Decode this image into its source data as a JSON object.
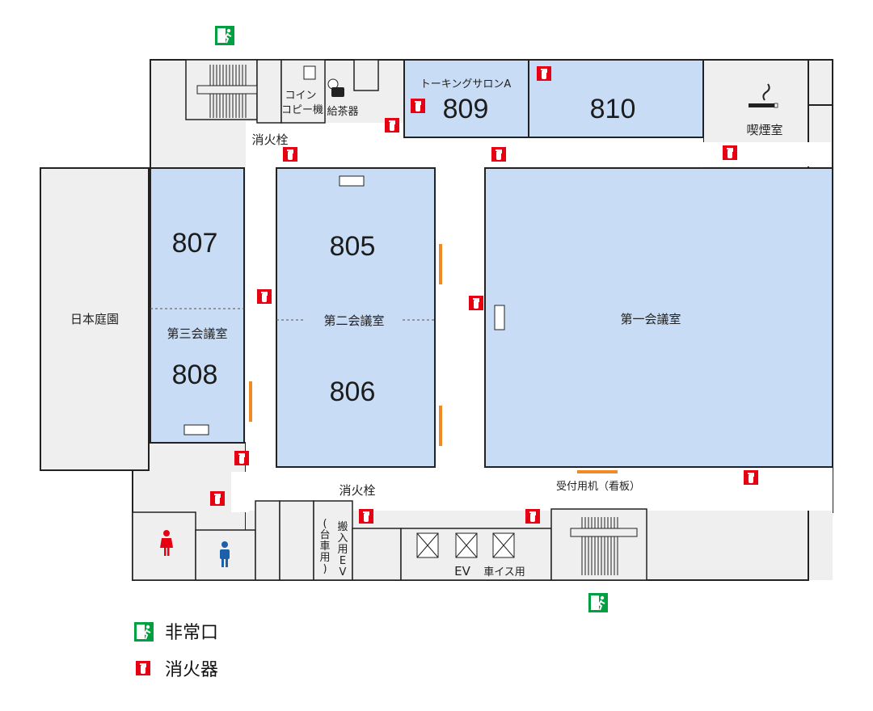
{
  "rooms": {
    "r807": "807",
    "r808": "808",
    "r805": "805",
    "r806": "806",
    "r809": "809",
    "r810": "810",
    "conf1": "第一会議室",
    "conf2": "第二会議室",
    "conf3": "第三会議室",
    "salon": "トーキングサロンA",
    "smoking": "喫煙室",
    "garden": "日本庭園",
    "tea": "給茶器",
    "copy_line1": "コイン",
    "copy_line2": "コピー機",
    "hydrant_top": "消火栓",
    "hydrant_bottom": "消火栓",
    "reception": "受付用机（看板）",
    "ev": "EV",
    "wheelchair_ev": "車イス用",
    "freight_ev": [
      "搬",
      "入",
      "用",
      "E",
      "V"
    ],
    "freight_note": [
      "(",
      "台",
      "車",
      "用",
      ")"
    ]
  },
  "legend": {
    "exit": "非常口",
    "extinguisher": "消火器"
  },
  "colors": {
    "room_blue": "#c8dcf5",
    "floor_gray": "#efefef",
    "corridor": "#ffffff",
    "extinguisher_red": "#e60012",
    "exit_green": "#00a040",
    "board_orange": "#f08a24",
    "female_icon": "#e60012",
    "male_icon": "#1d5fa8"
  }
}
